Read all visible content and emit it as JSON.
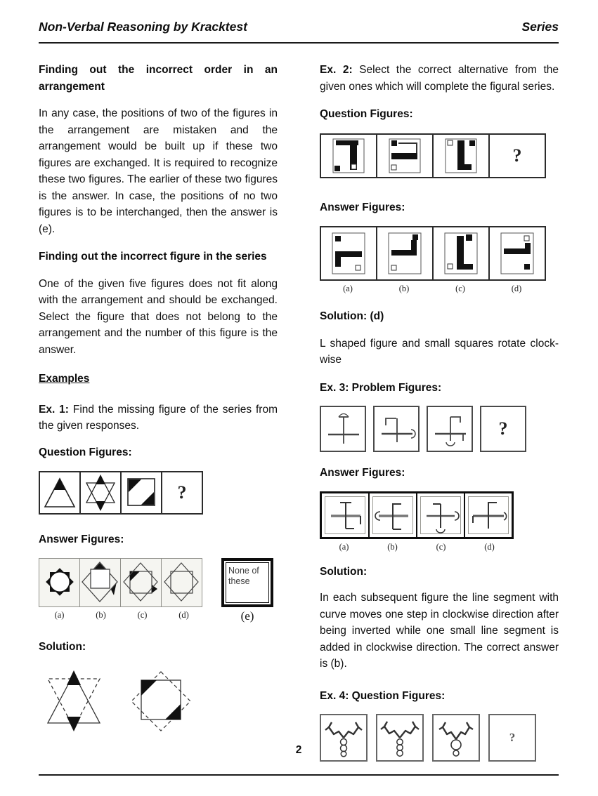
{
  "header": {
    "title": "Non-Verbal Reasoning by Kracktest",
    "section": "Series"
  },
  "left": {
    "h1": "Finding out the incorrect order in an arrangement",
    "p1": "In any case, the positions of two of the figures in the arrangement are mistaken and the arrangement would be built up if these two figures are exchanged. It is required to recognize these two figures. The earlier of these two figures is the answer. In case, the positions of no two figures is to be interchanged, then the answer is (e).",
    "h2": "Finding out the incorrect figure in the series",
    "p2": "One of the given five figures does not fit along with the arrangement and should be exchanged. Select the figure that does not belong to the arrangement and the number of this figure is the answer.",
    "examples": "Examples",
    "ex1_prefix": "Ex. 1:",
    "ex1_text": "Find the missing figure of the series from the given responses.",
    "question_figures": "Question Figures:",
    "answer_figures": "Answer Figures:",
    "solution": "Solution:",
    "labels": [
      "(a)",
      "(b)",
      "(c)",
      "(d)"
    ],
    "none_of_these": "None of these",
    "label_e": "(e)"
  },
  "right": {
    "ex2_prefix": "Ex. 2:",
    "ex2_text": "Select the correct alternative from the given ones which will complete the figural series.",
    "question_figures": "Question Figures:",
    "answer_figures": "Answer Figures:",
    "solution_d": "Solution: (d)",
    "ex2_solution_text": "L shaped figure and small squares rotate clock-wise",
    "ex3_heading": "Ex. 3: Problem Figures:",
    "labels": [
      "(a)",
      "(b)",
      "(c)",
      "(d)"
    ],
    "solution": "Solution:",
    "ex3_solution_text": "In each subsequent figure the line segment with curve moves one step in clockwise direction after being inverted while one small line segment is added in clockwise direction. The correct answer is (b).",
    "ex4_heading": "Ex. 4: Question Figures:"
  },
  "figures": {
    "question_mark": "?"
  },
  "footer": {
    "page_number": "2"
  },
  "colors": {
    "ink": "#111111",
    "rule": "#1a1a1a"
  }
}
